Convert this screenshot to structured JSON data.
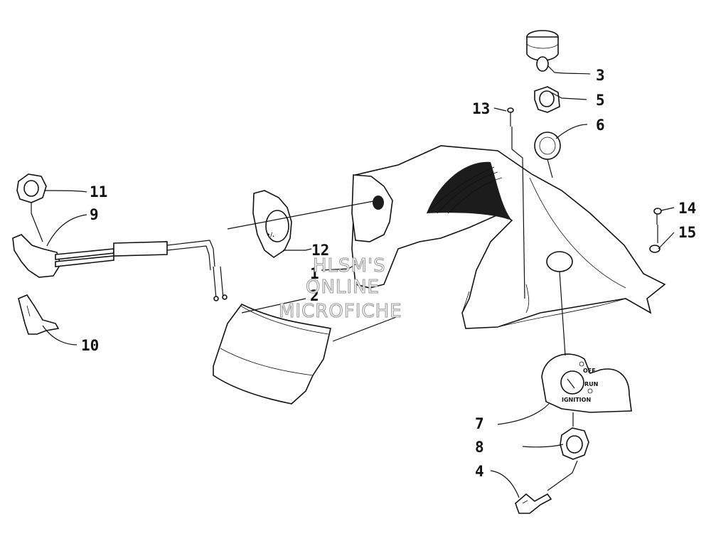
{
  "callouts": [
    {
      "id": "1",
      "text": "1"
    },
    {
      "id": "2",
      "text": "2"
    },
    {
      "id": "3",
      "text": "3"
    },
    {
      "id": "4",
      "text": "4"
    },
    {
      "id": "5",
      "text": "5"
    },
    {
      "id": "6",
      "text": "6"
    },
    {
      "id": "7",
      "text": "7"
    },
    {
      "id": "8",
      "text": "8"
    },
    {
      "id": "9",
      "text": "9"
    },
    {
      "id": "10",
      "text": "10"
    },
    {
      "id": "11",
      "text": "11"
    },
    {
      "id": "12",
      "text": "12"
    },
    {
      "id": "13",
      "text": "13"
    },
    {
      "id": "14",
      "text": "14"
    },
    {
      "id": "15",
      "text": "15"
    }
  ],
  "watermark": [
    "HLSM'S",
    "ONLINE",
    "MICROFICHE"
  ],
  "ignition_plate": {
    "off": "OFF",
    "run": "RUN",
    "ignition": "IGNITION"
  }
}
